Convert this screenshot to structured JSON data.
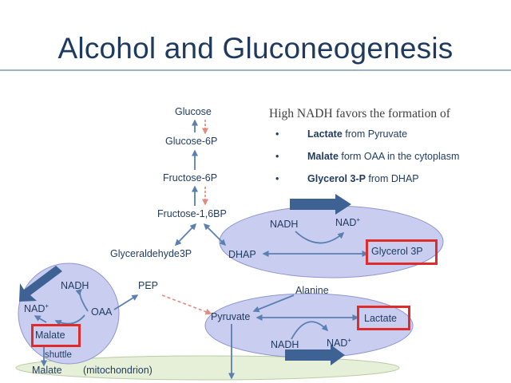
{
  "slide": {
    "title": "Alcohol and Gluconeogenesis",
    "heading": "High NADH favors the formation of",
    "bullets": [
      {
        "bullet": "•",
        "bold": "Lactate",
        "rest": " from Pyruvate"
      },
      {
        "bullet": "•",
        "bold": "Malate",
        "rest": " form OAA in the cytoplasm"
      },
      {
        "bullet": "•",
        "bold": "Glycerol 3-P",
        "rest": " from DHAP"
      }
    ]
  },
  "pathway": {
    "glucose": "Glucose",
    "glucose_6p": "Glucose-6P",
    "fructose_6p": "Fructose-6P",
    "fructose_16bp": "Fructose-1,6BP",
    "glyceraldehyde_3p": "Glyceraldehyde3P",
    "dhap": "DHAP",
    "pep": "PEP",
    "pyruvate": "Pyruvate",
    "alanine": "Alanine"
  },
  "glycerol_cycle": {
    "nadh": "NADH",
    "nad": "NAD",
    "nad_sup": "+",
    "product": "Glycerol 3P"
  },
  "malate_cycle": {
    "nadh": "NADH",
    "nad": "NAD",
    "nad_sup": "+",
    "oaa": "OAA",
    "malate": "Malate",
    "shuttle": "shuttle"
  },
  "lactate_cycle": {
    "nadh": "NADH",
    "nad": "NAD",
    "nad_sup": "+",
    "product": "Lactate"
  },
  "mitochondrion": {
    "malate": "Malate",
    "label": "(mitochondrion)"
  },
  "colors": {
    "title": "#1f3a5f",
    "text": "#1f3a5f",
    "ellipse_fill": "#c9cdf0",
    "ellipse_stroke": "#8e96cf",
    "mito_fill": "#e6efd8",
    "mito_stroke": "#b9cca2",
    "arrow": "#5b7fb0",
    "dashed_arrow": "#e08a80",
    "big_arrow": "#3f6294",
    "highlight": "#e02b2b"
  }
}
